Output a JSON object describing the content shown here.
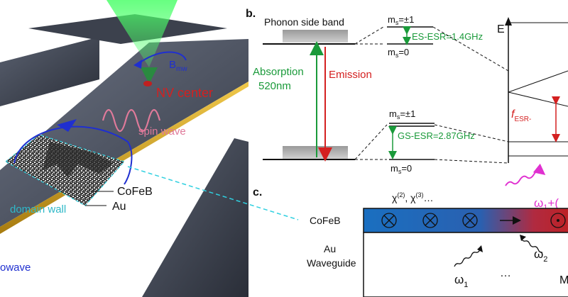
{
  "panel_a": {
    "b_label": "B",
    "b_sub": "mw",
    "nv_label": "NV center",
    "spin_wave_label": "spin wave",
    "cofeb_label": "CoFeB",
    "au_label": "Au",
    "domain_wall_label": "domain wall",
    "microwave_label_fragment": "owave"
  },
  "panel_b": {
    "label": "b.",
    "phonon_label": "Phonon side band",
    "absorption_label_1": "Absorption",
    "absorption_label_2": "520nm",
    "emission_label": "Emission",
    "ms_upper_excited": "m",
    "ms_upper_excited_sub": "s",
    "ms_upper_excited_val": "=±1",
    "ms_lower_excited": "m",
    "ms_lower_excited_sub": "s",
    "ms_lower_excited_val": "=0",
    "es_esr": "ES-ESR=1.4GHz",
    "ms_upper_ground": "m",
    "ms_upper_ground_sub": "s",
    "ms_upper_ground_val": "=±1",
    "gs_esr": "GS-ESR=2.87GHz",
    "ms_lower_ground": "m",
    "ms_lower_ground_sub": "s",
    "ms_lower_ground_val": "=0",
    "energy_axis": "E",
    "f_esr": "f",
    "f_esr_sub": "ESR-",
    "omega_sum_fragment": "ω",
    "omega_sum_sub": "1",
    "omega_sum_rest": "+("
  },
  "panel_c": {
    "label": "c.",
    "cofeb_label": "CoFeB",
    "au_label_1": "Au",
    "au_label_2": "Waveguide",
    "chi_label": "χ",
    "chi2_sup": "(2)",
    "chi_sep": ", χ",
    "chi3_sup": "(3)",
    "chi_tail": "…",
    "omega1": "ω",
    "omega1_sub": "1",
    "ellipsis": "…",
    "omega2": "ω",
    "omega2_sub": "2",
    "m_fragment": "M"
  },
  "colors": {
    "green": "#1a9a3a",
    "red": "#d42020",
    "blue": "#1f2fd0",
    "cyan": "#2fd0e0",
    "magenta": "#e030d0",
    "pink": "#e07a9a",
    "gold": "#d4a017",
    "bar_blue": "#1a6fc0",
    "bar_red": "#c02020"
  }
}
